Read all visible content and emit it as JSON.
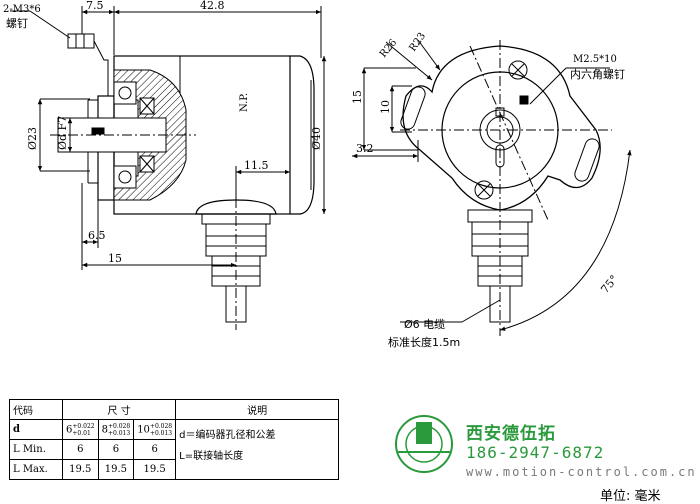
{
  "diagram": {
    "left_view": {
      "screw_label_1": "2-M3*6",
      "screw_label_2": "螺钉",
      "dim_top_left": "7.5",
      "dim_top_right": "42.8",
      "dim_diameter_23": "Ø23",
      "dim_bore": "Ød F7",
      "dim_diameter_40": "Ø40",
      "dim_11_5": "11.5",
      "dim_6_5": "6.5",
      "dim_15": "15",
      "np_mark": "N.P."
    },
    "right_view": {
      "r26": "R26",
      "r23": "R23",
      "dim_15": "15",
      "dim_10": "10",
      "dim_3_2": "3.2",
      "angle": "75°",
      "screw_label_1": "M2.5*10",
      "screw_label_2": "内六角螺钉",
      "cable_label": "Ø6 电缆",
      "cable_length": "标准长度1.5m"
    }
  },
  "table": {
    "header_code": "代码",
    "header_size": "尺 寸",
    "header_desc": "说明",
    "row_d": {
      "code": "d",
      "sizes": [
        {
          "base": "6",
          "upper": "+0.022",
          "lower": "+0.01"
        },
        {
          "base": "8",
          "upper": "+0.028",
          "lower": "+0.013"
        },
        {
          "base": "10",
          "upper": "+0.028",
          "lower": "+0.013"
        }
      ],
      "desc": "d＝编码器孔径和公差"
    },
    "row_min": {
      "code": "L Min.",
      "values": [
        "6",
        "6",
        "6"
      ],
      "desc": "L=联接轴长度"
    },
    "row_max": {
      "code": "L Max.",
      "values": [
        "19.5",
        "19.5",
        "19.5"
      ]
    }
  },
  "brand": {
    "name": "西安德伍拓",
    "phone": "186-2947-6872",
    "website": "www.motion-control.com.cn"
  },
  "unit_label": "单位: 毫米",
  "colors": {
    "brand_green": "#2a9a3c",
    "web_gray": "#7a7a7a"
  }
}
